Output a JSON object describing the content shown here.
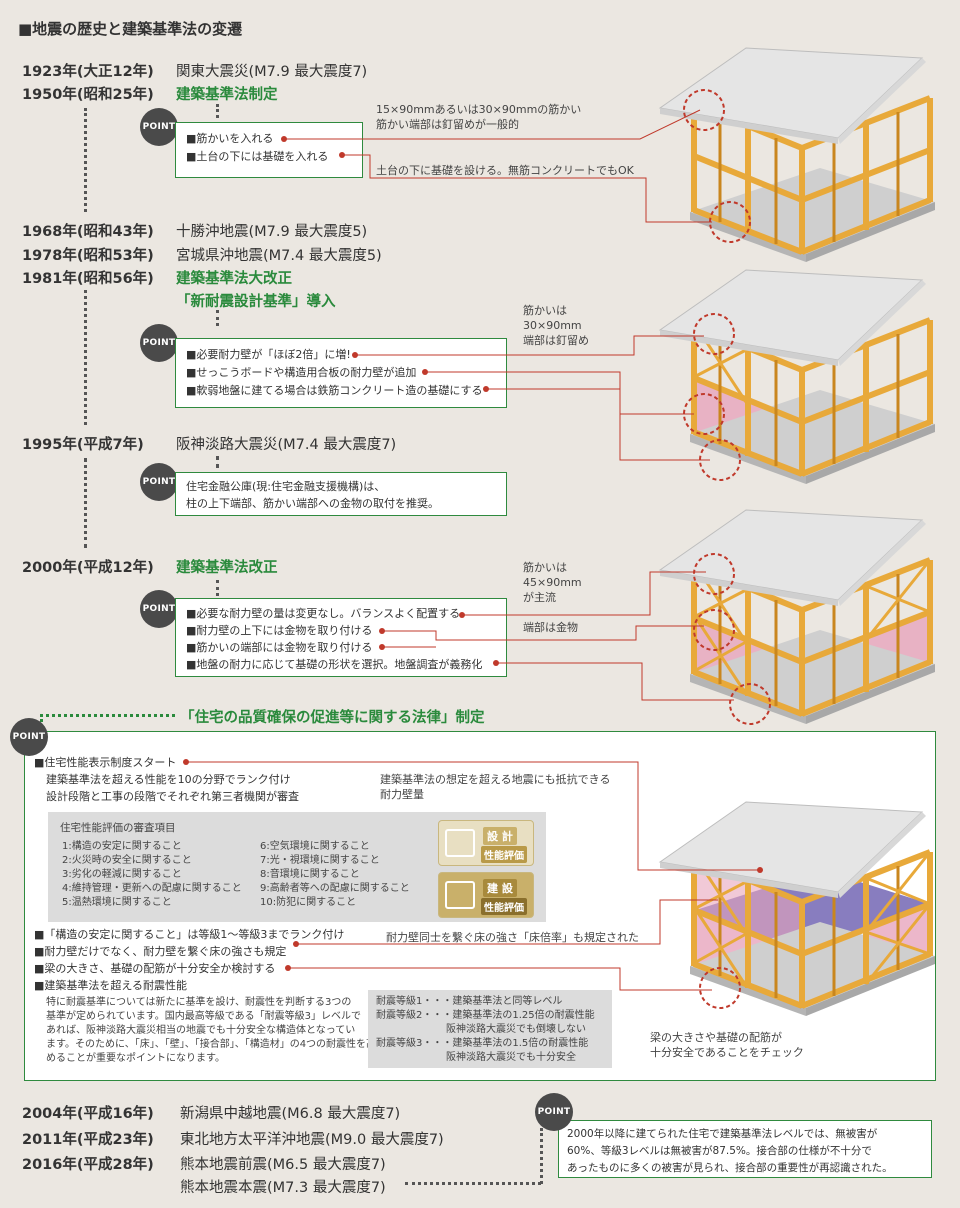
{
  "page_title": "■地震の歴史と建築基準法の変遷",
  "point_label": "POINT",
  "timeline": [
    {
      "year": "1923年(大正12年)",
      "event": "関東大震災(M7.9 最大震度7)",
      "highlight": false
    },
    {
      "year": "1950年(昭和25年)",
      "event": "建築基準法制定",
      "highlight": true
    },
    {
      "year": "1968年(昭和43年)",
      "event": "十勝沖地震(M7.9 最大震度5)",
      "highlight": false
    },
    {
      "year": "1978年(昭和53年)",
      "event": "宮城県沖地震(M7.4 最大震度5)",
      "highlight": false
    },
    {
      "year": "1981年(昭和56年)",
      "event": "建築基準法大改正",
      "highlight": true
    },
    {
      "year": "",
      "event": "「新耐震設計基準」導入",
      "highlight": true
    },
    {
      "year": "1995年(平成7年)",
      "event": "阪神淡路大震災(M7.4 最大震度7)",
      "highlight": false
    },
    {
      "year": "2000年(平成12年)",
      "event": "建築基準法改正",
      "highlight": true
    },
    {
      "year": "",
      "event": "「住宅の品質確保の促進等に関する法律」制定",
      "highlight": true
    },
    {
      "year": "2004年(平成16年)",
      "event": "新潟県中越地震(M6.8 最大震度7)",
      "highlight": false
    },
    {
      "year": "2011年(平成23年)",
      "event": "東北地方太平洋沖地震(M9.0 最大震度7)",
      "highlight": false
    },
    {
      "year": "2016年(平成28年)",
      "event": "熊本地震前震(M6.5 最大震度7)",
      "highlight": false
    },
    {
      "year": "",
      "event": "熊本地震本震(M7.3 最大震度7)",
      "highlight": false
    }
  ],
  "point1": {
    "items": [
      "■筋かいを入れる",
      "■土台の下には基礎を入れる"
    ],
    "notes": [
      "15×90mmあるいは30×90mmの筋かい",
      "筋かい端部は釘留めが一般的",
      "土台の下に基礎を設ける。無筋コンクリートでもOK"
    ]
  },
  "point2": {
    "items": [
      "■必要耐力壁が「ほぼ2倍」に増!",
      "■せっこうボードや構造用合板の耐力壁が追加",
      "■軟弱地盤に建てる場合は鉄筋コンクリート造の基礎にする"
    ],
    "notes": [
      "筋かいは",
      "30×90mm",
      "端部は釘留め"
    ]
  },
  "point3": {
    "lines": [
      "住宅金融公庫(現:住宅金融支援機構)は、",
      "柱の上下端部、筋かい端部への金物の取付を推奨。"
    ]
  },
  "point4": {
    "items": [
      "■必要な耐力壁の量は変更なし。バランスよく配置する",
      "■耐力壁の上下には金物を取り付ける",
      "■筋かいの端部には金物を取り付ける",
      "■地盤の耐力に応じて基礎の形状を選択。地盤調査が義務化"
    ],
    "notes": [
      "筋かいは",
      "45×90mm",
      "が主流",
      "端部は金物"
    ]
  },
  "point5": {
    "items": [
      "■住宅性能表示制度スタート",
      "建築基準法を超える性能を10の分野でランク付け",
      "設計段階と工事の段階でそれぞれ第三者機関が審査"
    ],
    "note_right": [
      "建築基準法の想定を超える地震にも抵抗できる",
      "耐力壁量"
    ],
    "review_title": "住宅性能評価の審査項目",
    "review_left": [
      "1:構造の安定に関すること",
      "2:火災時の安全に関すること",
      "3:劣化の軽減に関すること",
      "4:維持管理・更新への配慮に関すること",
      "5:温熱環境に関すること"
    ],
    "review_right": [
      "6:空気環境に関すること",
      "7:光・視環境に関すること",
      "8:音環境に関すること",
      "9:高齢者等への配慮に関すること",
      "10:防犯に関すること"
    ],
    "cert1": [
      "設 計",
      "性能評価"
    ],
    "cert2": [
      "建 設",
      "性能評価"
    ],
    "items2": [
      "■「構造の安定に関すること」は等級1～等級3までランク付け",
      "■耐力壁だけでなく、耐力壁を繋ぐ床の強さも規定",
      "■梁の大きさ、基礎の配筋が十分安全か検討する",
      "■建築基準法を超える耐震性能"
    ],
    "note_floor": "耐力壁同士を繋ぐ床の強さ「床倍率」も規定された",
    "paragraph": [
      "特に耐震基準については新たに基準を設け、耐震性を判断する3つの",
      "基準が定められています。国内最高等級である「耐震等級3」レベルで",
      "あれば、阪神淡路大震災相当の地震でも十分安全な構造体となってい",
      "ます。そのために、「床」、「壁」、「接合部」、「構造材」の4つの耐震性を高",
      "めることが重要なポイントになります。"
    ],
    "grades": [
      "耐震等級1・・・建築基準法と同等レベル",
      "耐震等級2・・・建築基準法の1.25倍の耐震性能",
      "　　　　　　　阪神淡路大震災でも倒壊しない",
      "耐震等級3・・・建築基準法の1.5倍の耐震性能",
      "　　　　　　　阪神淡路大震災でも十分安全"
    ],
    "note_beam": [
      "梁の大きさや基礎の配筋が",
      "十分安全であることをチェック"
    ]
  },
  "point6": {
    "lines": [
      "2000年以降に建てられた住宅で建築基準法レベルでは、無被害が",
      "60%、等級3レベルは無被害が87.5%。接合部の仕様が不十分で",
      "あったものに多くの被害が見られ、接合部の重要性が再認識された。"
    ]
  },
  "colors": {
    "accent_green": "#2a8a3c",
    "red_line": "#c0392b",
    "timber": "#e8a93a",
    "wall_pink": "#e7a5bd",
    "floor_purple": "#7b6fb8"
  }
}
